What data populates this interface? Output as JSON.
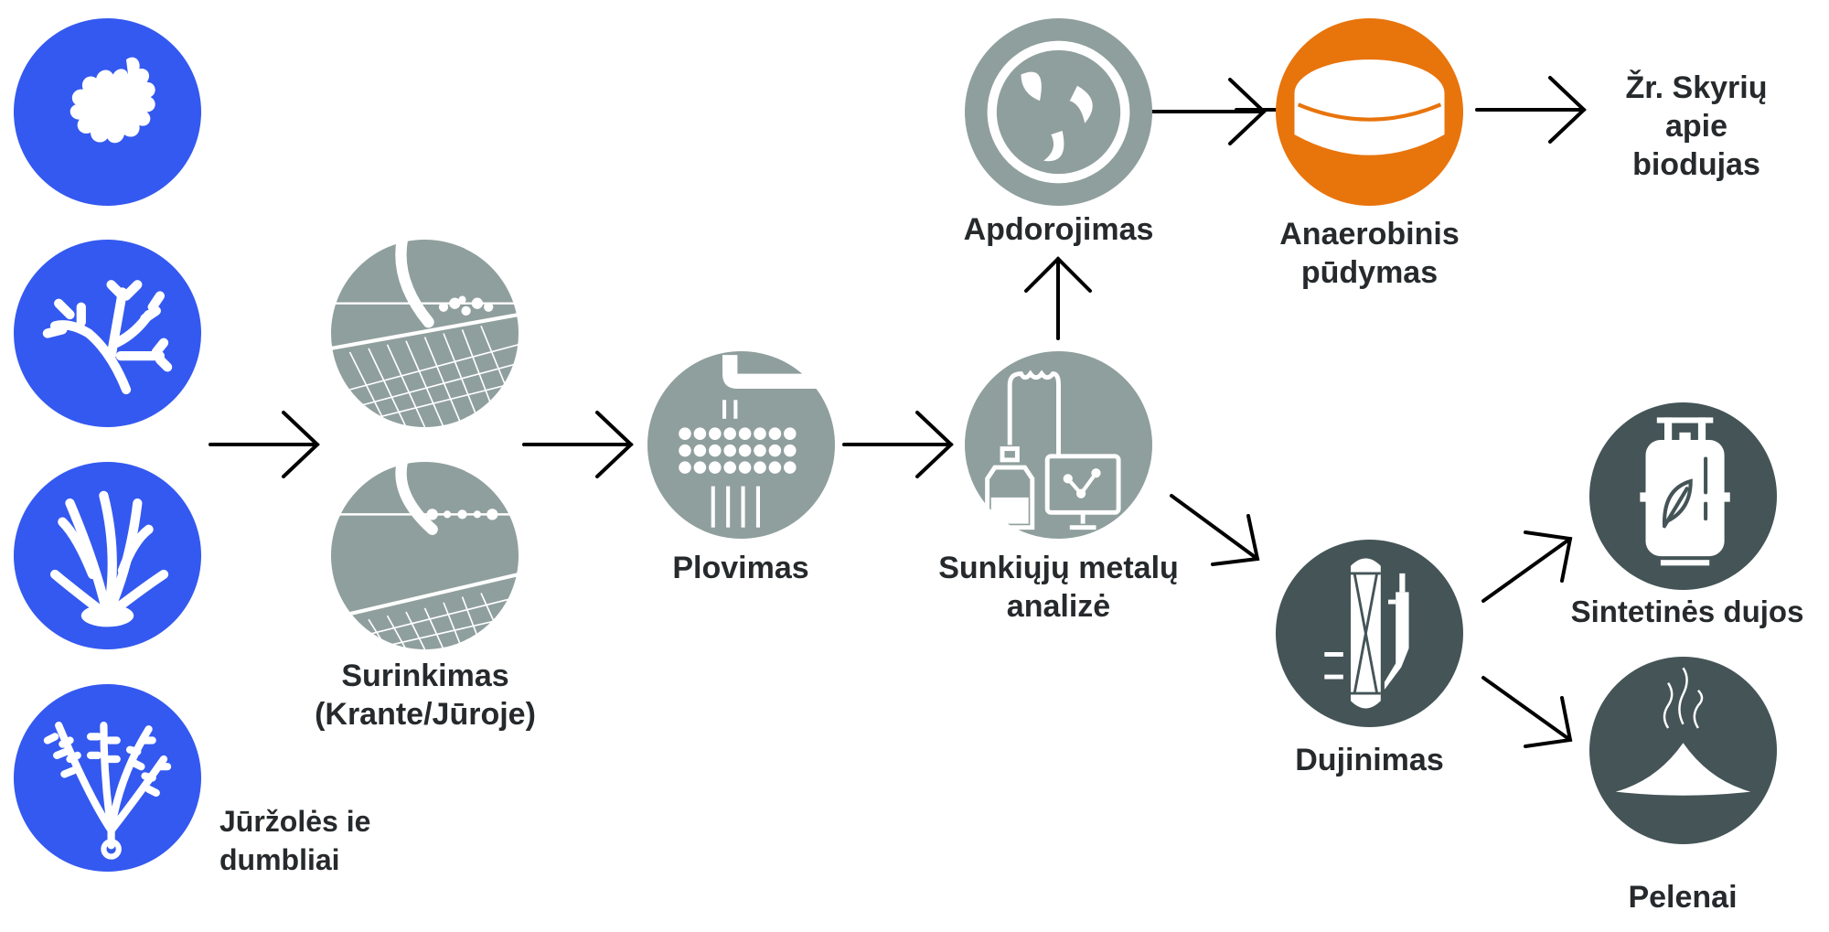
{
  "colors": {
    "source": "#3459f0",
    "process": "#8f9f9d",
    "digestion": "#e8740c",
    "gasification": "#445457",
    "text": "#262a2c",
    "arrow": "#000000"
  },
  "nodes": {
    "seaweed_1": {
      "icon": "seaweed-lobed-icon"
    },
    "seaweed_2": {
      "icon": "seaweed-branched-icon"
    },
    "seaweed_3": {
      "icon": "seagrass-icon"
    },
    "seaweed_4": {
      "icon": "algae-holdfast-icon"
    },
    "source_label": "Jūržolės ie\ndumbliai",
    "collection": {
      "label": "Surinkimas\n(Krante/Jūroje)",
      "icons": [
        "shore-collection-icon",
        "sea-collection-icon"
      ]
    },
    "washing": {
      "label": "Plovimas",
      "icon": "washing-tap-icon"
    },
    "analysis": {
      "label": "Sunkiųjų metalų\nanalizė",
      "icon": "lab-analysis-icon"
    },
    "pretreatment": {
      "label": "Apdorojimas",
      "icon": "mixer-icon"
    },
    "digestion": {
      "label": "Anaerobinis\npūdymas",
      "icon": "digester-tank-icon"
    },
    "biogas_ref": {
      "label": "Žr. Skyrių\napie\nbiodujas"
    },
    "gasification": {
      "label": "Dujinimas",
      "icon": "gasifier-icon"
    },
    "syngas": {
      "label": "Sintetinės dujos",
      "icon": "gas-cylinder-icon"
    },
    "ash": {
      "label": "Pelenai",
      "icon": "ash-pile-icon"
    }
  },
  "edges": [
    {
      "from": "seaweed",
      "to": "collection"
    },
    {
      "from": "collection",
      "to": "washing"
    },
    {
      "from": "washing",
      "to": "analysis"
    },
    {
      "from": "analysis",
      "to": "pretreatment"
    },
    {
      "from": "pretreatment",
      "to": "digestion"
    },
    {
      "from": "digestion",
      "to": "biogas_ref"
    },
    {
      "from": "analysis",
      "to": "gasification"
    },
    {
      "from": "gasification",
      "to": "syngas"
    },
    {
      "from": "gasification",
      "to": "ash"
    }
  ]
}
